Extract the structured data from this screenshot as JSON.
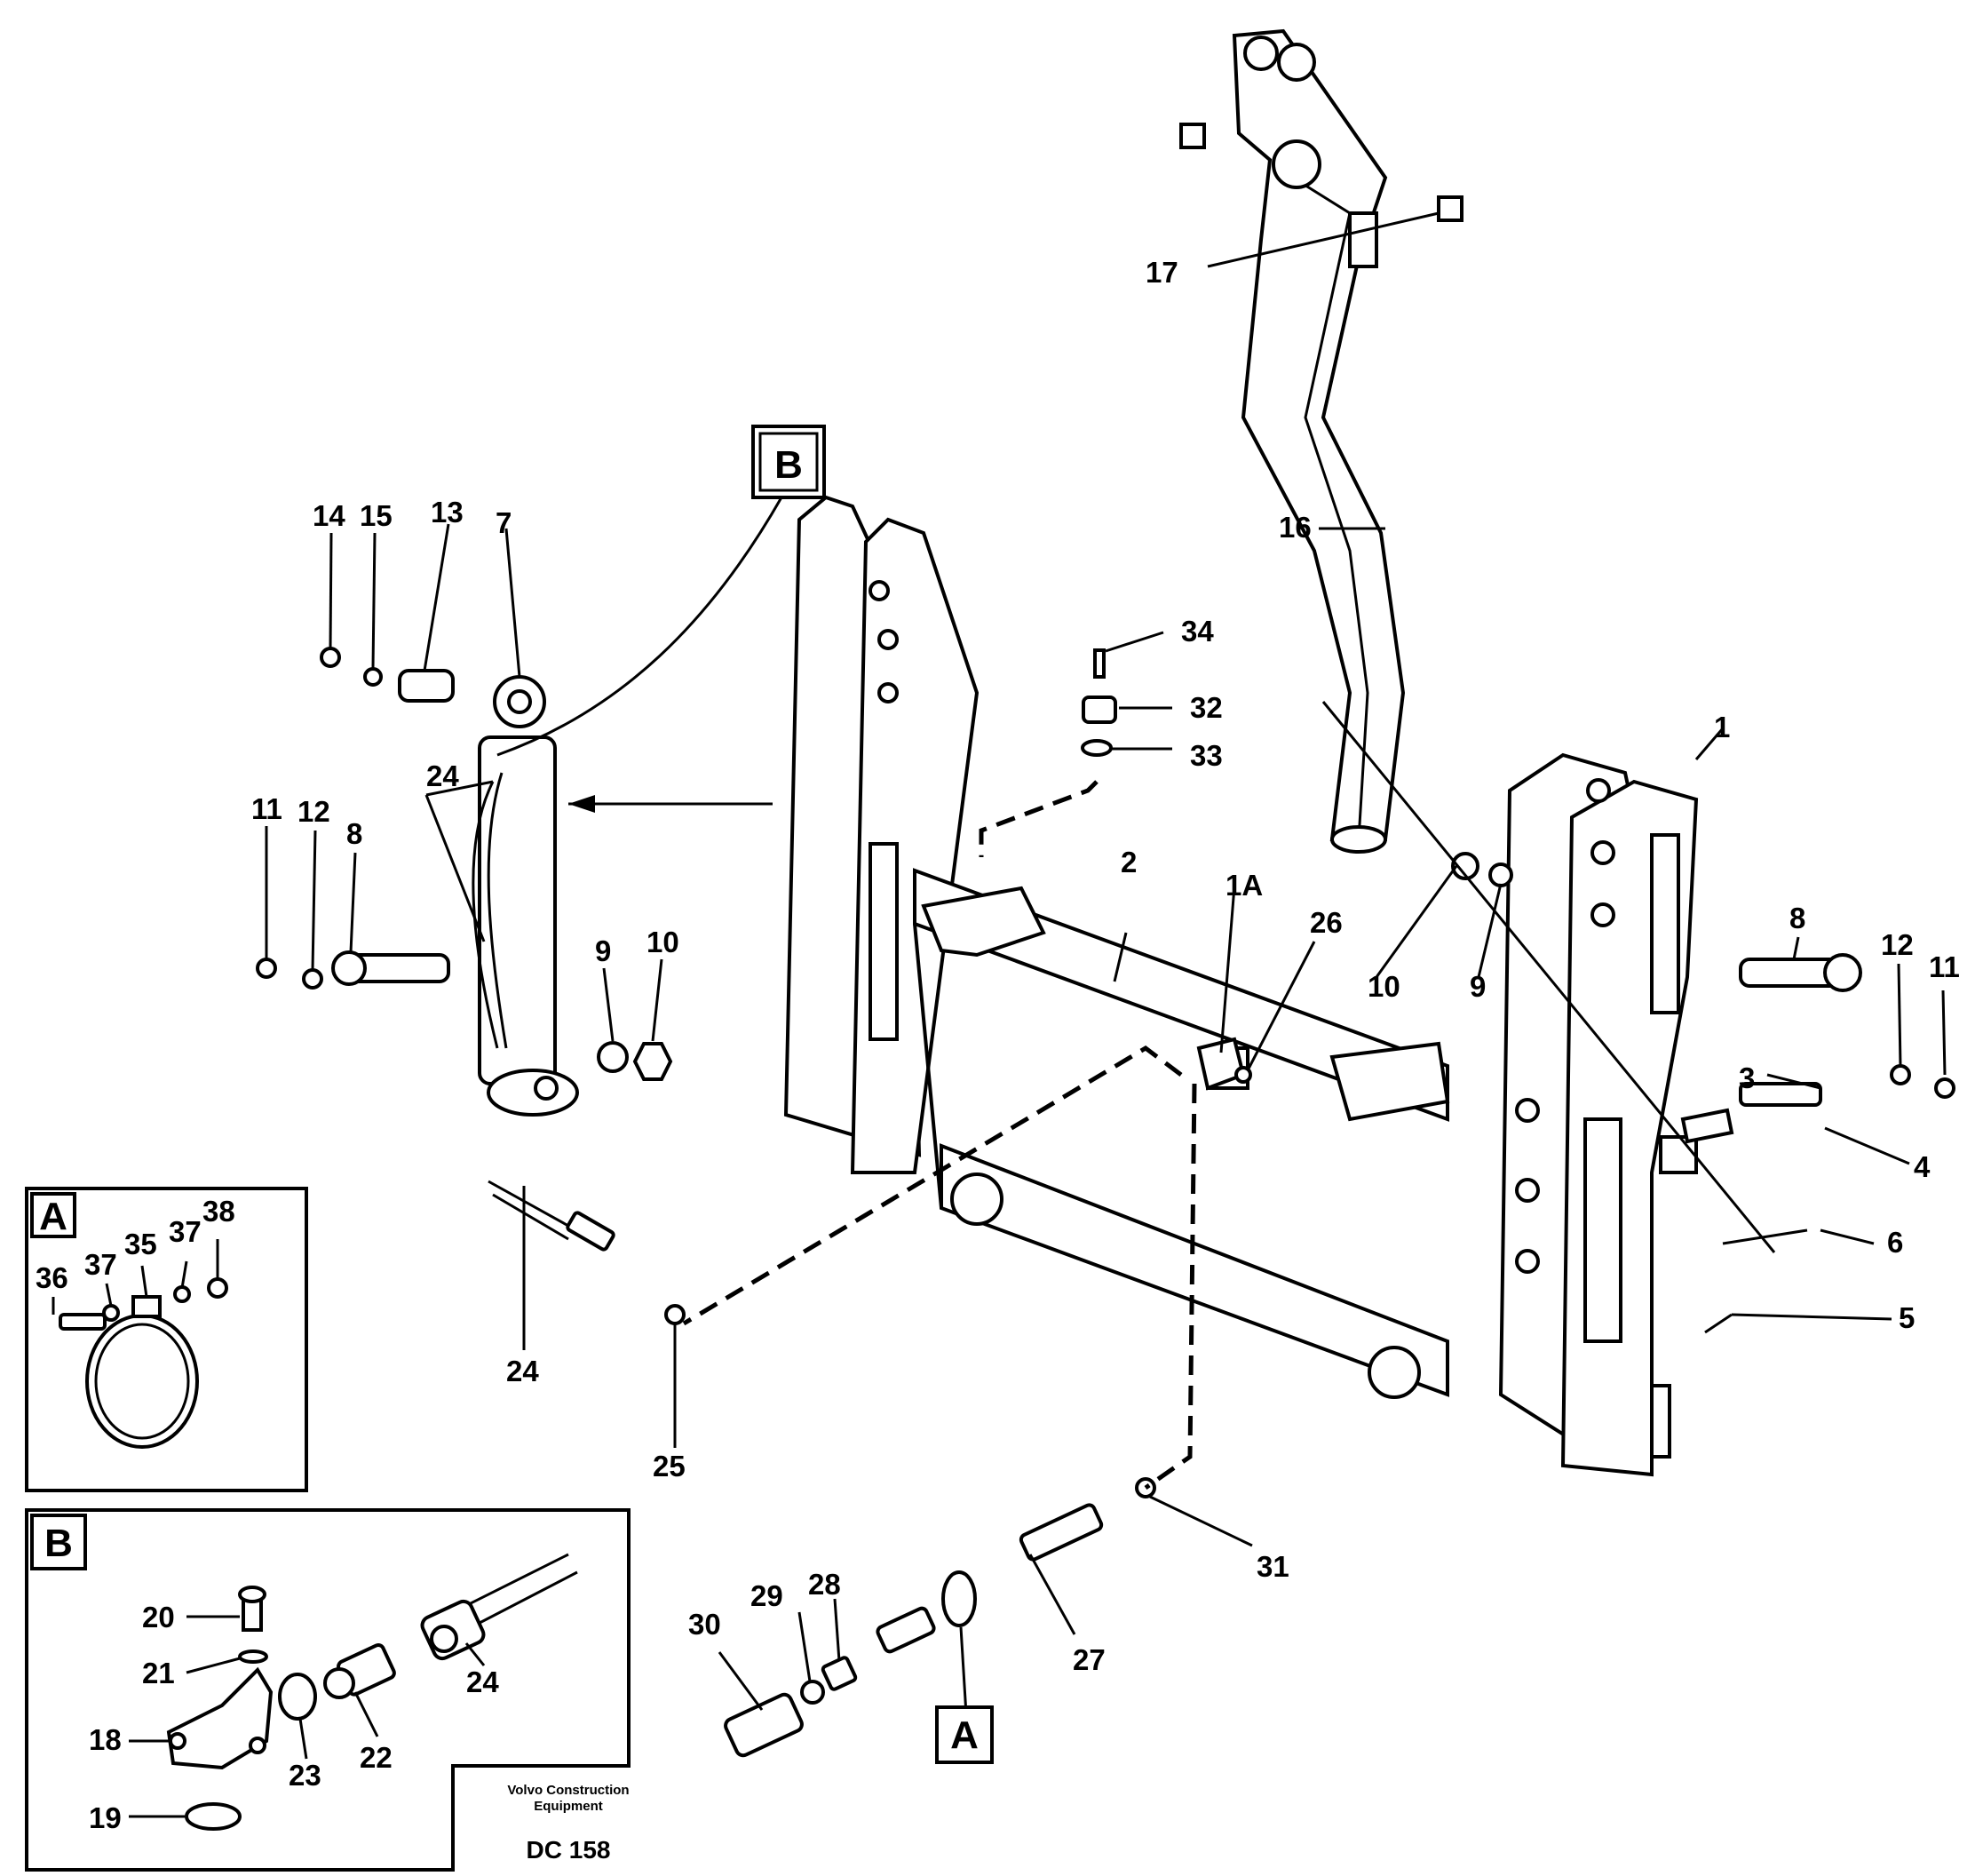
{
  "inset_labels": {
    "detail_a": "A",
    "detail_b": "B",
    "callout_a": "A",
    "callout_b": "B"
  },
  "part_numbers": {
    "p1": "1",
    "p1a": "1A",
    "p2": "2",
    "p3": "3",
    "p4": "4",
    "p5": "5",
    "p6": "6",
    "p7": "7",
    "p8_left": "8",
    "p8_right": "8",
    "p9_left": "9",
    "p9_right": "9",
    "p10_left": "10",
    "p10_right": "10",
    "p11_left": "11",
    "p11_right": "11",
    "p12_left": "12",
    "p12_right": "12",
    "p13": "13",
    "p14": "14",
    "p15": "15",
    "p16": "16",
    "p17": "17",
    "p18": "18",
    "p19": "19",
    "p20": "20",
    "p21": "21",
    "p22": "22",
    "p23": "23",
    "p24_cyl": "24",
    "p24_hose": "24",
    "p24_b": "24",
    "p25": "25",
    "p26": "26",
    "p27": "27",
    "p28": "28",
    "p29": "29",
    "p30": "30",
    "p31": "31",
    "p32": "32",
    "p33": "33",
    "p34": "34",
    "p35": "35",
    "p36": "36",
    "p37_left": "37",
    "p37_right": "37",
    "p38": "38"
  },
  "footer": {
    "company_line1": "Volvo Construction",
    "company_line2": "Equipment",
    "code": "DC 158"
  }
}
